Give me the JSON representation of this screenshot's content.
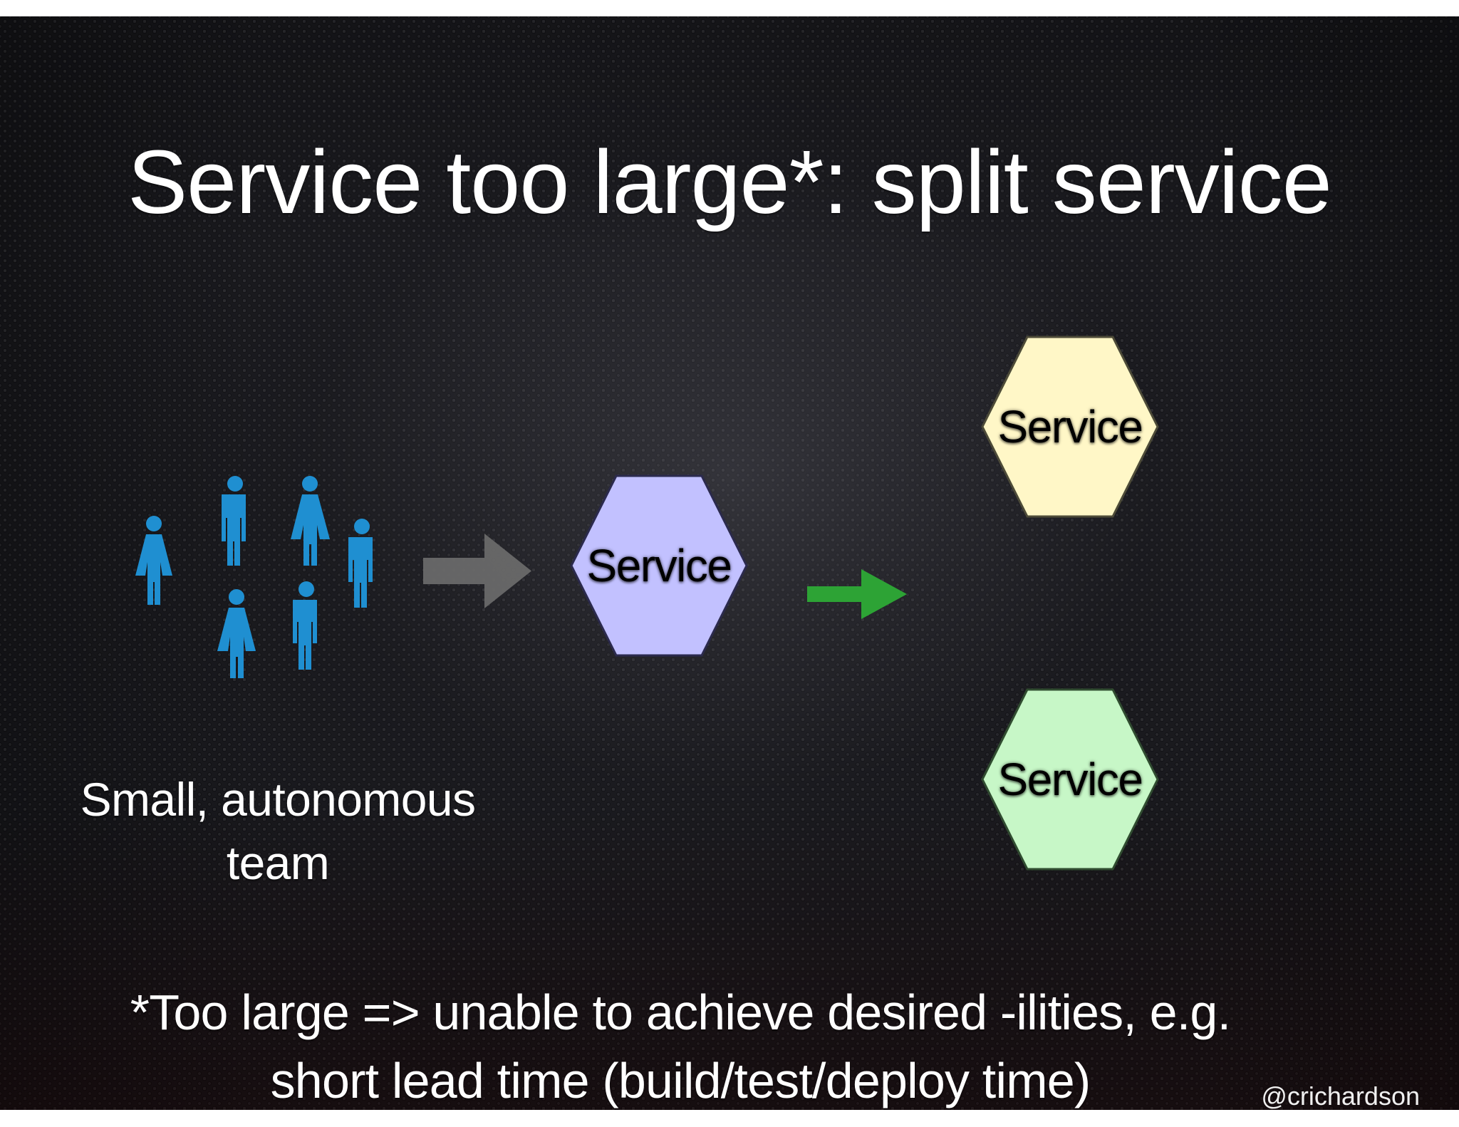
{
  "slide": {
    "title": "Service too large*: split service",
    "team_caption": "Small, autonomous\nteam",
    "footnote": "*Too large => unable to achieve desired -ilities, e.g.\nshort lead time (build/test/deploy time)",
    "handle": "@crichardson"
  },
  "diagram": {
    "team_icon": "people-group-icon",
    "left_arrow_icon": "gray-right-arrow-icon",
    "split_arrow_icon": "green-right-arrow-icon",
    "services": [
      {
        "label": "Service",
        "fill": "#c2c1ff",
        "stroke": "#2b2a4d"
      },
      {
        "label": "Service",
        "fill": "#fff7c7",
        "stroke": "#4d4b38"
      },
      {
        "label": "Service",
        "fill": "#c7f7c7",
        "stroke": "#304c30"
      }
    ]
  },
  "colors": {
    "background": "#17171b",
    "person": "#1f8fd1",
    "gray_arrow": "#6b6b6b",
    "green_arrow": "#2da335",
    "text": "#ffffff"
  }
}
